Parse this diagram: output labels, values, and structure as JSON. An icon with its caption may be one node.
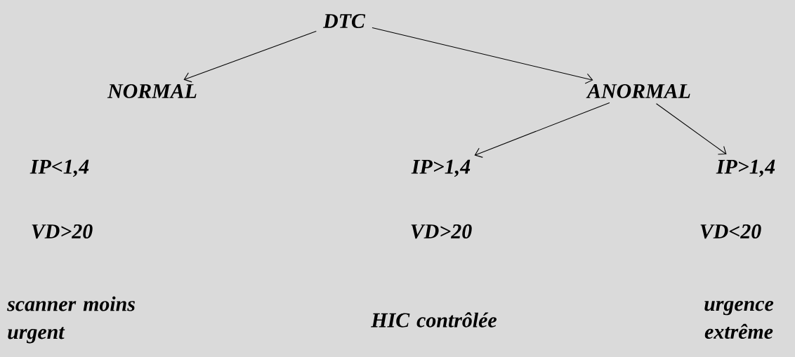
{
  "diagram": {
    "nodes": [
      {
        "text": [
          "DTC"
        ]
      },
      {
        "text": [
          "NORMAL"
        ]
      },
      {
        "text": [
          "ANORMAL"
        ]
      },
      {
        "text": [
          "IP>1,4"
        ]
      },
      {
        "text": [
          "IP>1,4"
        ]
      }
    ],
    "edges": [
      {
        "from": 0,
        "to": 1,
        "arrow": "to"
      },
      {
        "from": 0,
        "to": 2,
        "arrow": "to"
      },
      {
        "from": 2,
        "to": 3,
        "arrow": "to"
      },
      {
        "from": 2,
        "to": 4,
        "arrow": "to"
      }
    ],
    "labels": [
      "IP<1,4",
      "VD>20",
      "VD>20",
      "VD<20",
      "scanner moins urgent",
      "HIC contrôlée",
      "urgence extrême"
    ]
  }
}
